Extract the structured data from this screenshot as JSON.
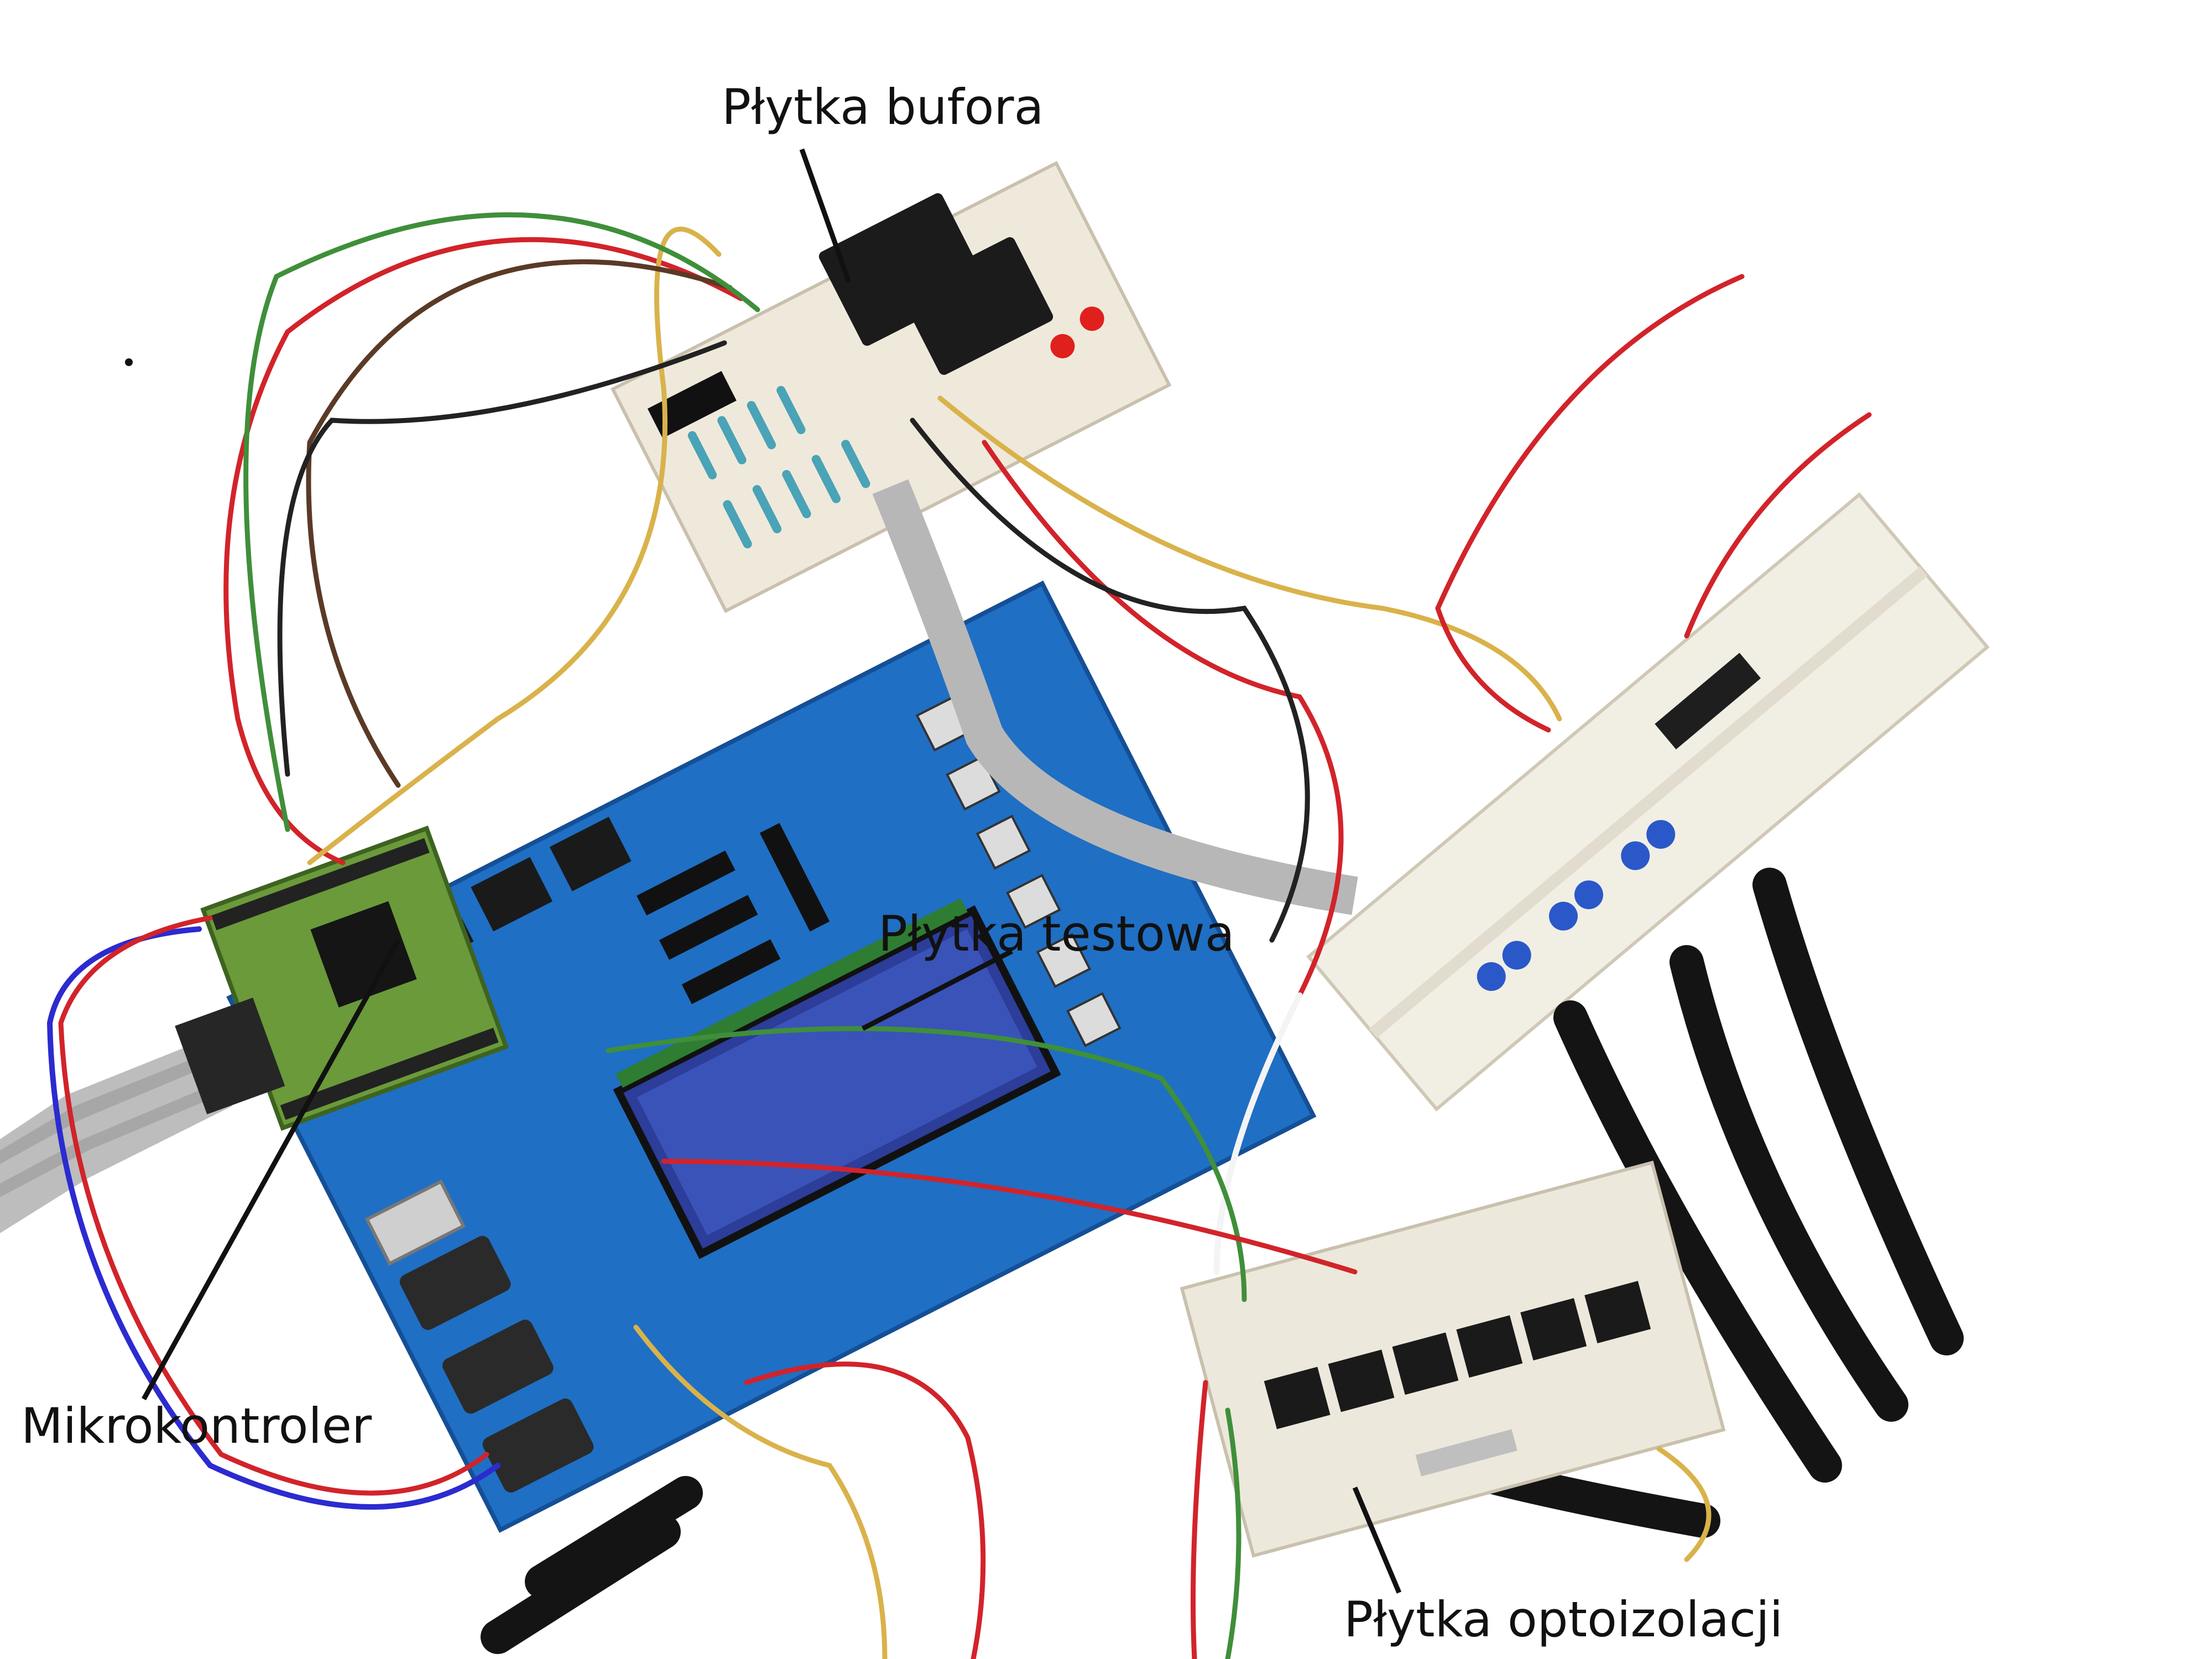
{
  "photo": {
    "labels": {
      "buffer_board": "Płytka bufora",
      "test_board": "Płytka testowa",
      "microcontroller": "Mikrokontroler",
      "optoisolation_board": "Płytka optoizolacji"
    },
    "colors": {
      "background": "#ffffff",
      "test_board_blue": "#1f6fc4",
      "lcd_blue": "#2c3d9a",
      "mcu_module_green": "#6a9a3a",
      "perfboard_cream": "#efe9dc",
      "breadboard_white": "#f1eee4",
      "relay_black": "#1b1b1b",
      "ribbon_gray": "#b7b7b7",
      "cable_black": "#141414",
      "terminal_blue": "#2b58c9",
      "wire_red": "#d2232a",
      "wire_yellow": "#d9b24a",
      "wire_brown": "#5a3a26",
      "wire_green": "#3f8f3a",
      "wire_black": "#222222",
      "wire_white": "#f4f4f4"
    }
  }
}
